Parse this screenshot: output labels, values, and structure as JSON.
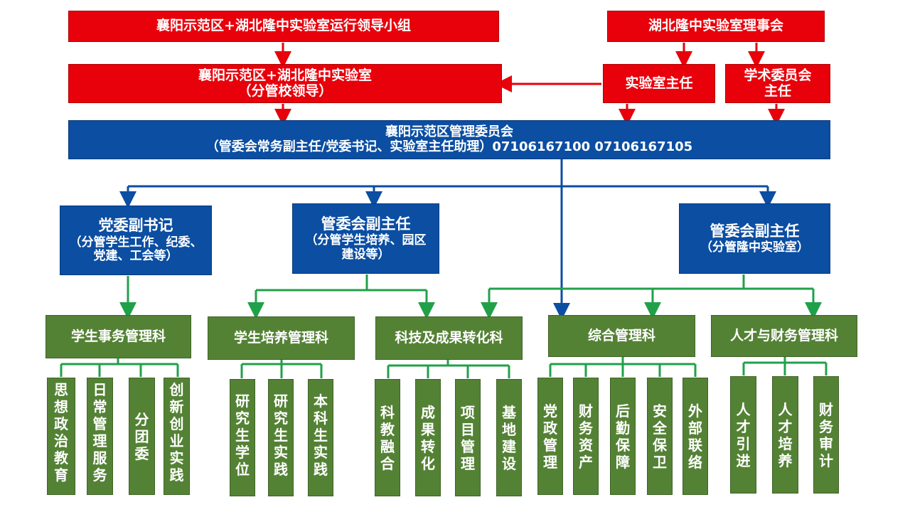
{
  "top": {
    "leading_group": "襄阳示范区+湖北隆中实验室运行领导小组",
    "council": "湖北隆中实验室理事会",
    "lab_line1": "襄阳示范区+湖北隆中实验室",
    "lab_line2": "（分管校领导）",
    "lab_director": "实验室主任",
    "academic_line1": "学术委员会",
    "academic_line2": "主任"
  },
  "committee": {
    "line1": "襄阳示范区管理委员会",
    "line2": "（管委会常务副主任/党委书记、实验室主任助理）07106167100  07106167105"
  },
  "deputies": [
    {
      "title": "党委副书记",
      "sub": "（分管学生工作、纪委、党建、工会等）"
    },
    {
      "title": "管委会副主任",
      "sub": "（分管学生培养、园区建设等）"
    },
    {
      "title": "管委会副主任",
      "sub": "（分管隆中实验室）"
    }
  ],
  "departments": [
    "学生事务管理科",
    "学生培养管理科",
    "科技及成果转化科",
    "综合管理科",
    "人才与财务管理科"
  ],
  "units": [
    "思想政治教育",
    "日常管理服务",
    "分团委",
    "创新创业实践",
    "研究生学位",
    "研究生实践",
    "本科生实践",
    "科教融合",
    "成果转化",
    "项目管理",
    "基地建设",
    "党政管理",
    "财务资产",
    "后勤保障",
    "安全保卫",
    "外部联络",
    "人才引进",
    "人才培养",
    "财务审计"
  ],
  "colors": {
    "red": "#e8000b",
    "blue": "#0b4ea2",
    "green": "#548235",
    "green_line": "#21a04a"
  }
}
